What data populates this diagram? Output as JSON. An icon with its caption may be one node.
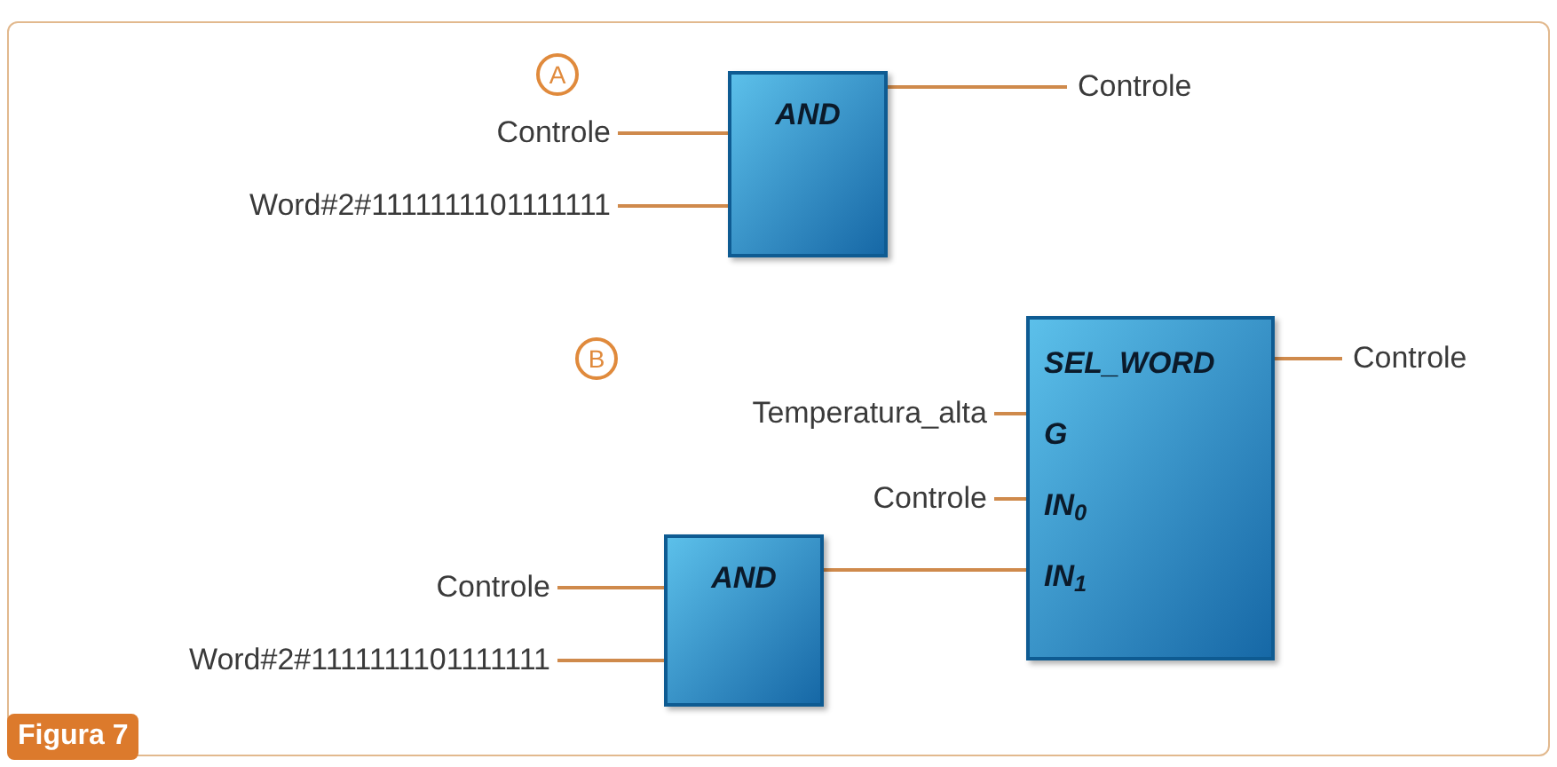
{
  "diagram": {
    "caption": "Figura 7",
    "nodes": [
      {
        "text": [
          "A"
        ]
      },
      {
        "text": [
          "Controle"
        ]
      },
      {
        "text": [
          "Word#2#1111111101111111"
        ]
      },
      {
        "text": [
          "AND"
        ]
      },
      {
        "text": [
          "Controle"
        ]
      },
      {
        "text": [
          "B"
        ]
      },
      {
        "text": [
          "SEL_WORD",
          "G",
          "IN$_{0}$",
          "IN$_{1}$"
        ]
      },
      {
        "text": [
          "Controle"
        ]
      },
      {
        "text": [
          "Temperatura_alta"
        ]
      },
      {
        "text": [
          "Controle"
        ]
      },
      {
        "text": [
          "Controle"
        ]
      },
      {
        "text": [
          "Word#2#1111111101111111"
        ]
      },
      {
        "text": [
          "AND"
        ]
      }
    ],
    "edges": [
      {
        "from": 1,
        "to": 3,
        "arrow": "none"
      },
      {
        "from": 2,
        "to": 3,
        "arrow": "none"
      },
      {
        "from": 3,
        "to": 4,
        "arrow": "none"
      },
      {
        "from": 6,
        "to": 7,
        "arrow": "none"
      },
      {
        "from": 8,
        "to": 6,
        "arrow": "none"
      },
      {
        "from": 9,
        "to": 6,
        "arrow": "none"
      },
      {
        "from": 10,
        "to": 12,
        "arrow": "none"
      },
      {
        "from": 11,
        "to": 12,
        "arrow": "none"
      },
      {
        "from": 12,
        "to": 6,
        "arrow": "none"
      }
    ]
  }
}
